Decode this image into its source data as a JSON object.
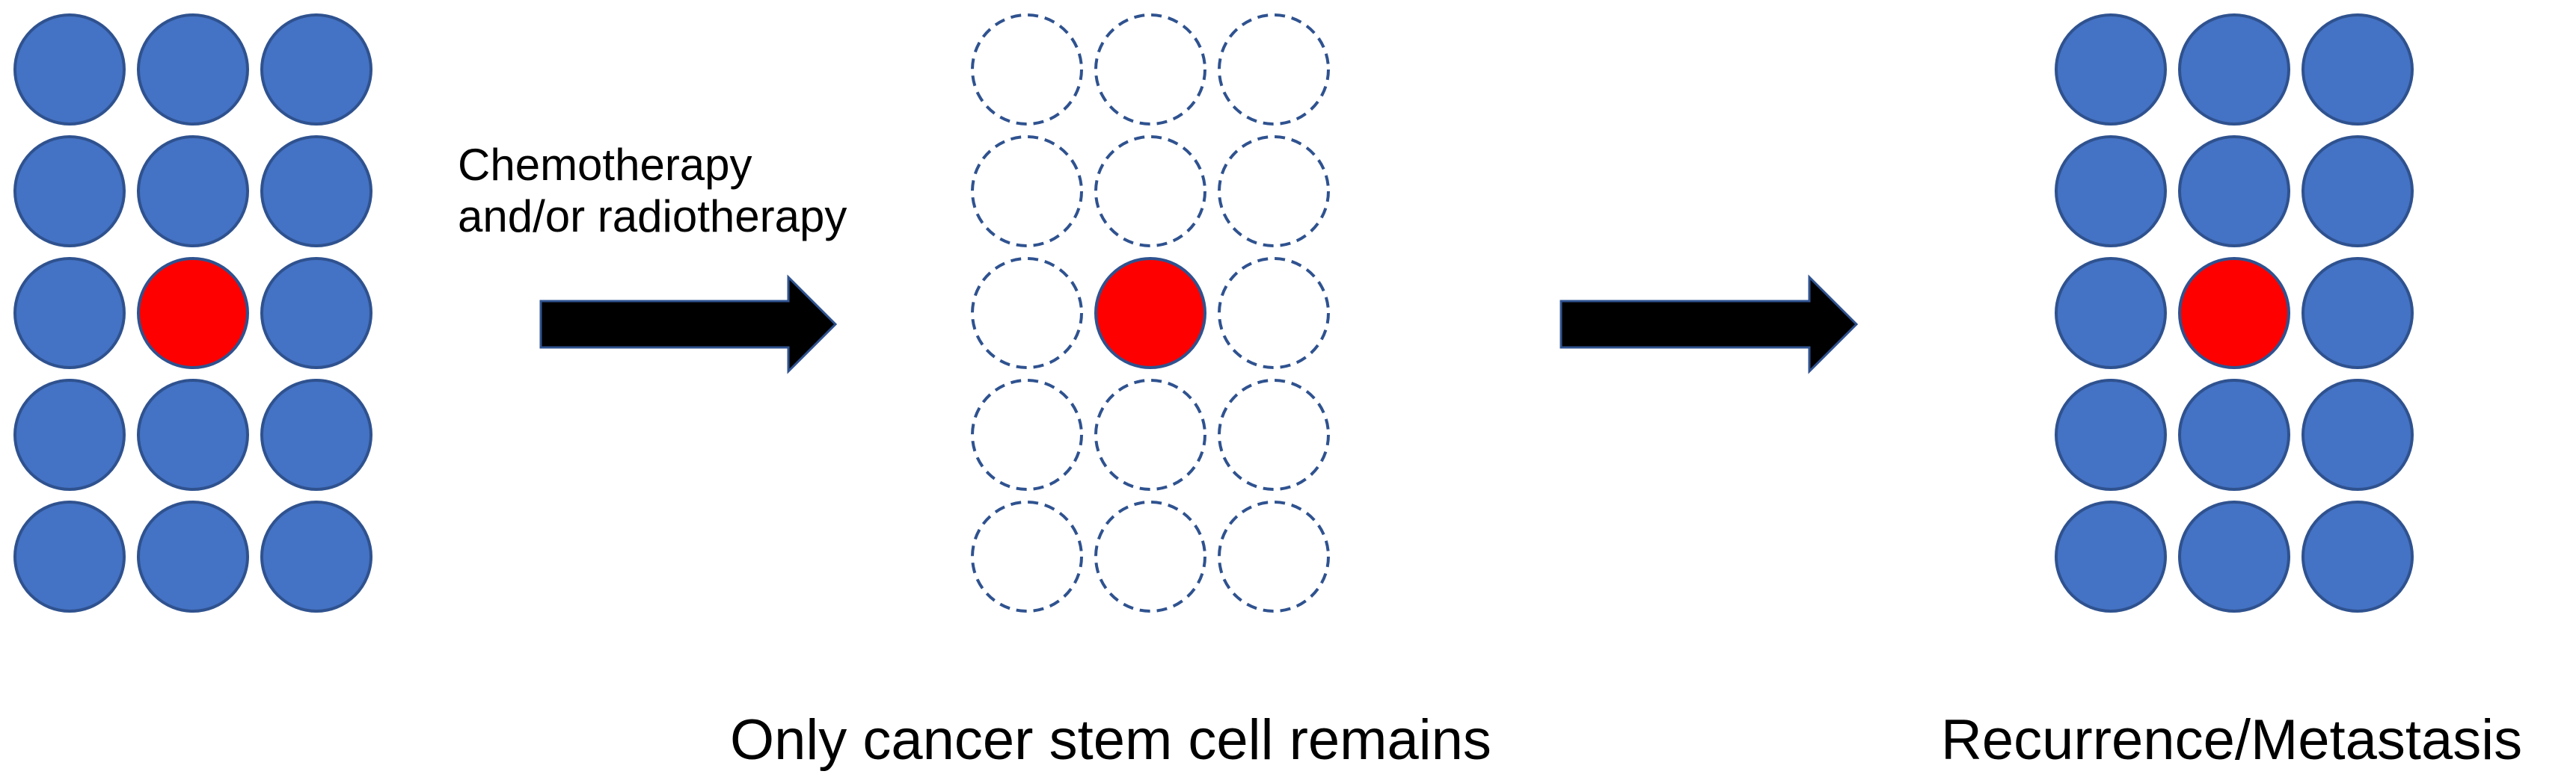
{
  "treatment_label": "Chemotherapy\nand/or radiotherapy",
  "middle_caption": "Only cancer stem cell remains",
  "right_caption": "Recurrence/Metastasis",
  "colors": {
    "cancer_cell": "#4472C4",
    "cancer_stem_cell": "#FF0000",
    "cell_outline": "#2F528F",
    "arrow": "#000000",
    "arrow_outline": "#2F528F"
  },
  "grids": [
    {
      "name": "initial-tumor",
      "rows": [
        [
          "cancer-cell",
          "cancer-cell",
          "cancer-cell"
        ],
        [
          "cancer-cell",
          "cancer-cell",
          "cancer-cell"
        ],
        [
          "cancer-cell",
          "cancer-stem-cell",
          "cancer-cell"
        ],
        [
          "cancer-cell",
          "cancer-cell",
          "cancer-cell"
        ],
        [
          "cancer-cell",
          "cancer-cell",
          "cancer-cell"
        ]
      ]
    },
    {
      "name": "after-treatment",
      "rows": [
        [
          "killed-cell",
          "killed-cell",
          "killed-cell"
        ],
        [
          "killed-cell",
          "killed-cell",
          "killed-cell"
        ],
        [
          "killed-cell",
          "cancer-stem-cell",
          "killed-cell"
        ],
        [
          "killed-cell",
          "killed-cell",
          "killed-cell"
        ],
        [
          "killed-cell",
          "killed-cell",
          "killed-cell"
        ]
      ]
    },
    {
      "name": "recurrent-tumor",
      "rows": [
        [
          "cancer-cell",
          "cancer-cell",
          "cancer-cell"
        ],
        [
          "cancer-cell",
          "cancer-cell",
          "cancer-cell"
        ],
        [
          "cancer-cell",
          "cancer-stem-cell",
          "cancer-cell"
        ],
        [
          "cancer-cell",
          "cancer-cell",
          "cancer-cell"
        ],
        [
          "cancer-cell",
          "cancer-cell",
          "cancer-cell"
        ]
      ]
    }
  ]
}
